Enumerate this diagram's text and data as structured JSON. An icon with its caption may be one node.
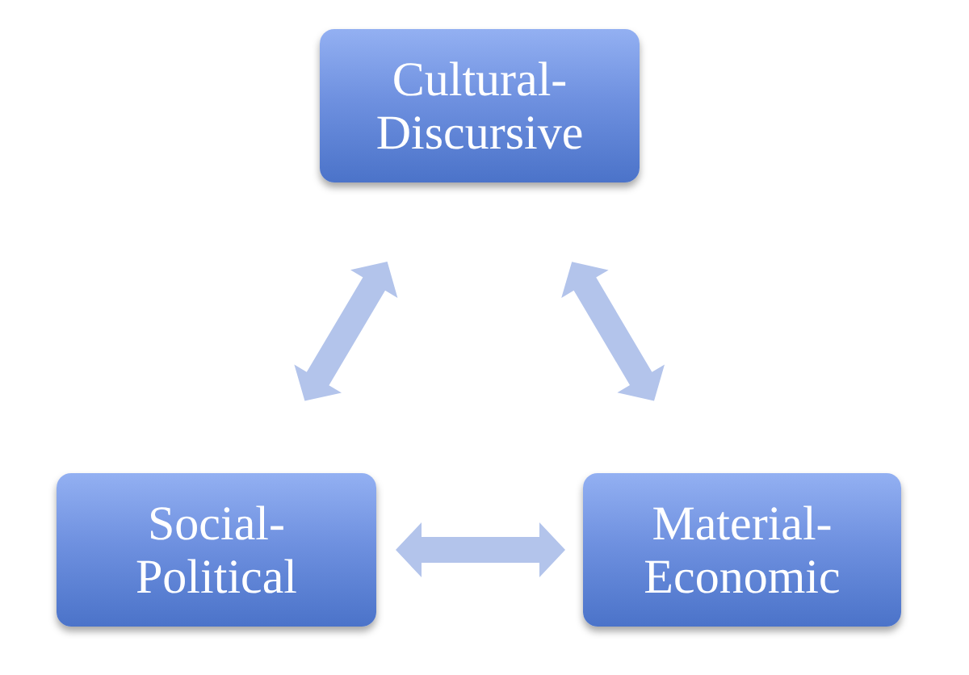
{
  "diagram": {
    "nodes": [
      {
        "text": [
          "Cultural- Discursive"
        ]
      },
      {
        "text": [
          "Social- Political"
        ]
      },
      {
        "text": [
          "Material- Economic"
        ]
      }
    ],
    "edges": [
      {
        "from": 0,
        "to": 1,
        "arrow": "both"
      },
      {
        "from": 0,
        "to": 2,
        "arrow": "both"
      },
      {
        "from": 1,
        "to": 2,
        "arrow": "both"
      }
    ]
  }
}
